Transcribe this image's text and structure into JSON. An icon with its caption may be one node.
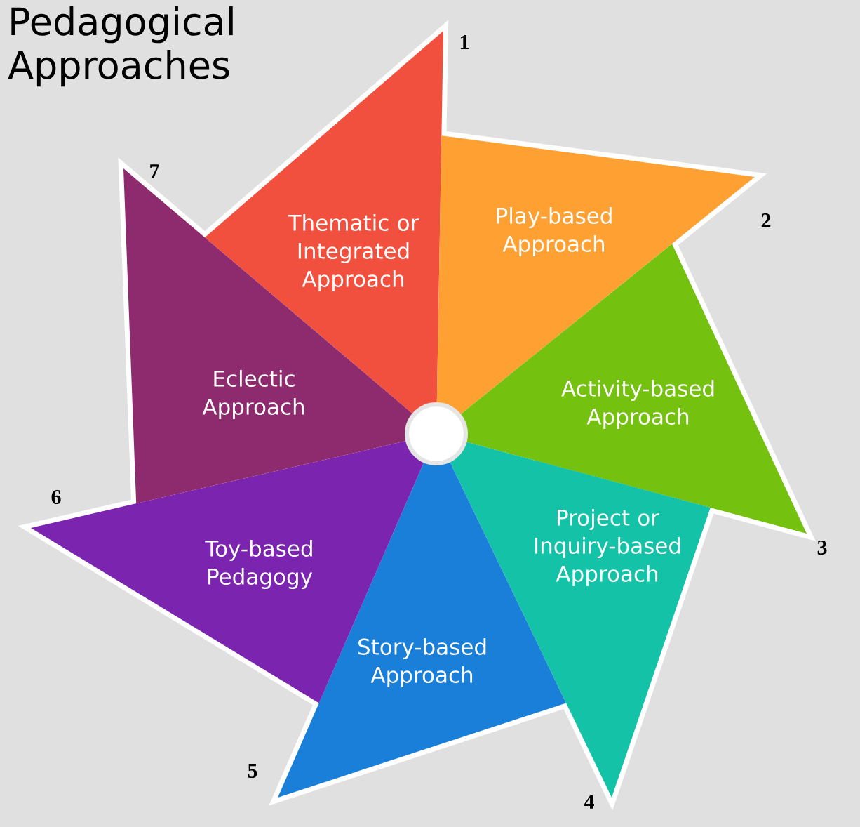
{
  "diagram": {
    "title": "Pedagogical Approaches",
    "nodes": [
      {
        "text": [
          "Thematic or Integrated Approach"
        ],
        "beside": [
          "1"
        ]
      },
      {
        "text": [
          "Play-based Approach"
        ],
        "beside": [
          "2"
        ]
      },
      {
        "text": [
          "Activity-based Approach"
        ],
        "beside": [
          "3"
        ]
      },
      {
        "text": [
          "Project or Inquiry-based Approach"
        ],
        "beside": [
          "4"
        ]
      },
      {
        "text": [
          "Story-based Approach"
        ],
        "beside": [
          "5"
        ]
      },
      {
        "text": [
          "Toy-based Pedagogy"
        ],
        "beside": [
          "6"
        ]
      },
      {
        "text": [
          "Eclectic Approach"
        ],
        "beside": [
          "7"
        ]
      }
    ]
  }
}
